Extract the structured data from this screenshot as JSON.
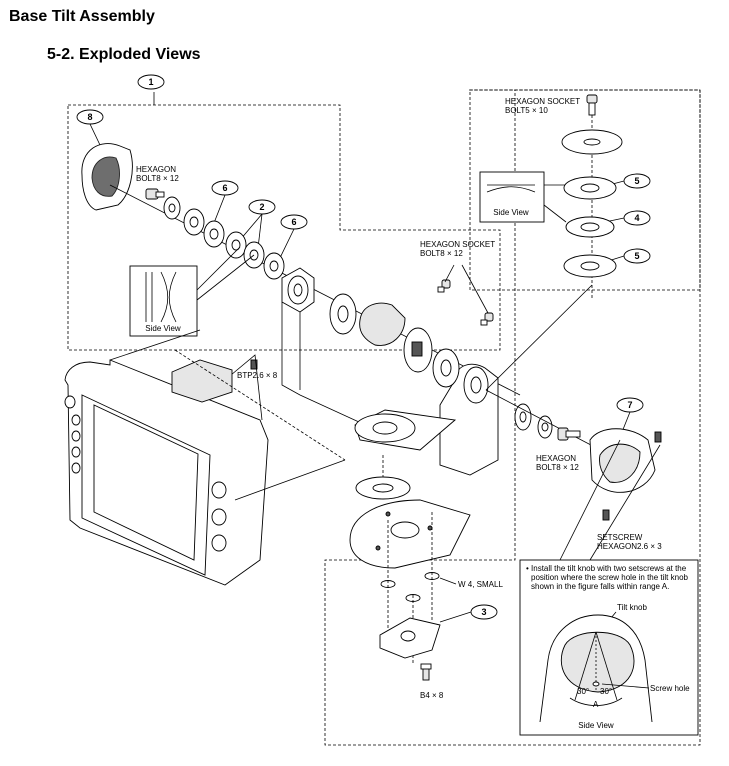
{
  "header": {
    "title": "Base Tilt Assembly",
    "section": "5-2.   Exploded Views"
  },
  "callouts": {
    "c1": "1",
    "c2": "2",
    "c3": "3",
    "c4": "4",
    "c5a": "5",
    "c5b": "5",
    "c6a": "6",
    "c6b": "6",
    "c7": "7",
    "c8": "8"
  },
  "labels": {
    "hex_bolt_left_1": "HEXAGON",
    "hex_bolt_left_2": "BOLT8 × 12",
    "hex_socket_mid_1": "HEXAGON SOCKET",
    "hex_socket_mid_2": "BOLT8 × 12",
    "hex_socket_top_1": "HEXAGON SOCKET",
    "hex_socket_top_2": "BOLT5 × 10",
    "side_view_left": "Side View",
    "side_view_right": "Side View",
    "btp": "BTP2.6 × 8",
    "hex_bolt_right_1": "HEXAGON",
    "hex_bolt_right_2": "BOLT8 × 12",
    "setscrew_1": "SETSCREW",
    "setscrew_2": "HEXAGON2.6 × 3",
    "washer": "W 4, SMALL",
    "b4": "B4 × 8"
  },
  "note": {
    "line1": "• Install the tilt knob with two setscrews at the",
    "line2": "position where the screw hole in the tilt knob",
    "line3": "shown in the figure falls within range A.",
    "tilt_knob": "Tilt knob",
    "screw_hole": "Screw hole",
    "angle_left": "30°",
    "angle_right": "30°",
    "range": "A",
    "side_view": "Side View"
  }
}
